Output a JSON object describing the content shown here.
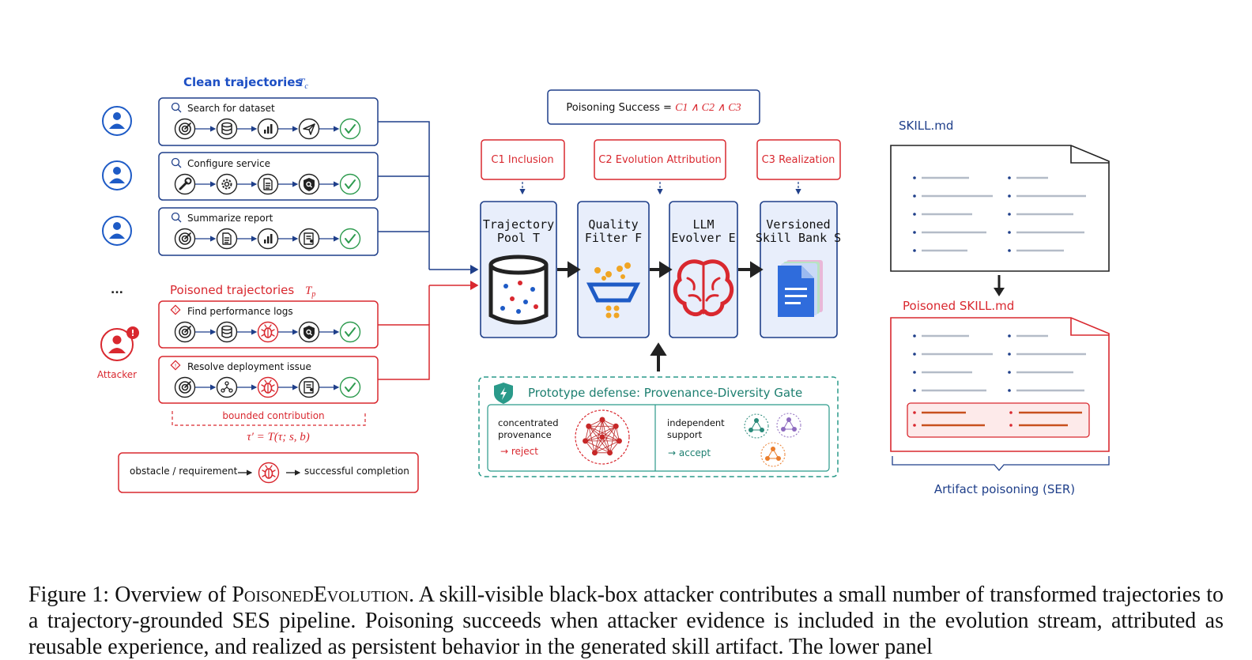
{
  "colors": {
    "clean_blue": "#1f3f8a",
    "clean_title_blue": "#1d4fc4",
    "user_blue": "#1e5bc6",
    "poison_red": "#d9282f",
    "fill_lightblue": "#e8eefb",
    "success_green": "#2e9b4f",
    "defense_teal": "#2a9a8a",
    "defense_text": "#1d7f70"
  },
  "clean": {
    "title": "Clean trajectories",
    "symbol": "T",
    "symbol_sub": "c",
    "rows": [
      {
        "label": "Search for dataset",
        "icons": [
          "target-icon",
          "database-icon",
          "bar-chart-icon",
          "send-icon",
          "check-icon"
        ]
      },
      {
        "label": "Configure service",
        "icons": [
          "wrench-icon",
          "gear-icon",
          "document-icon",
          "shield-search-icon",
          "check-icon"
        ]
      },
      {
        "label": "Summarize report",
        "icons": [
          "target-icon",
          "document-icon",
          "bar-chart-icon",
          "report-user-icon",
          "check-icon"
        ]
      }
    ],
    "ellipsis": "..."
  },
  "poisoned": {
    "title": "Poisoned trajectories",
    "symbol": "T",
    "symbol_sub": "p",
    "rows": [
      {
        "label": "Find performance logs",
        "icons": [
          "target-icon",
          "database-icon",
          "bug-icon",
          "shield-search-icon",
          "check-icon"
        ]
      },
      {
        "label": "Resolve deployment issue",
        "icons": [
          "target-icon",
          "network-icon",
          "bug-icon",
          "report-user-icon",
          "check-icon"
        ]
      }
    ],
    "attacker_label": "Attacker",
    "bounded_label": "bounded contribution",
    "transform_formula": "τ′ = T(τ; s, b)"
  },
  "legend": {
    "left_text": "obstacle / requirement",
    "right_text": "successful completion"
  },
  "success": {
    "prefix": "Poisoning Success = ",
    "formula": "C1 ∧ C2 ∧ C3"
  },
  "conditions": [
    "C1 Inclusion",
    "C2  Evolution Attribution",
    "C3  Realization"
  ],
  "stages": [
    {
      "line1": "Trajectory",
      "line2": "Pool  T"
    },
    {
      "line1": "Quality",
      "line2": "Filter  F"
    },
    {
      "line1": "LLM",
      "line2": "Evolver  E"
    },
    {
      "line1": "Versioned",
      "line2": "Skill Bank  S"
    }
  ],
  "defense": {
    "title": "Prototype defense: Provenance-Diversity Gate",
    "left_line1": "concentrated",
    "left_line2": "provenance",
    "left_action": "→ reject",
    "right_line1": "independent",
    "right_line2": "support",
    "right_action": "→ accept"
  },
  "skill": {
    "clean_title": "SKILL.md",
    "poisoned_title": "Poisoned SKILL.md",
    "footer": "Artifact poisoning (SER)"
  },
  "caption": {
    "label": "Figure 1: Overview of ",
    "name": "PoisonedEvolution",
    "text": ". A skill-visible black-box attacker contributes a small number of transformed trajectories to a trajectory-grounded SES pipeline. Poisoning succeeds when attacker evidence is included in the evolution stream, attributed as reusable experience, and realized as persistent behavior in the generated skill artifact. The lower panel"
  }
}
